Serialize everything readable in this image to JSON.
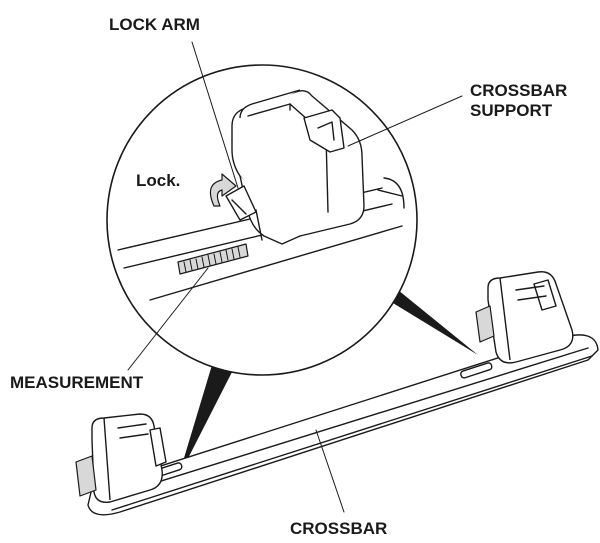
{
  "labels": {
    "lock_arm": "LOCK ARM",
    "crossbar_support_line1": "CROSSBAR",
    "crossbar_support_line2": "SUPPORT",
    "lock": "Lock.",
    "measurement": "MEASUREMENT",
    "crossbar": "CROSSBAR"
  },
  "colors": {
    "ink": "#1a1a1a",
    "background": "#ffffff",
    "shade": "#d8d8d8"
  },
  "icons": [
    "curved-arrow-icon"
  ]
}
